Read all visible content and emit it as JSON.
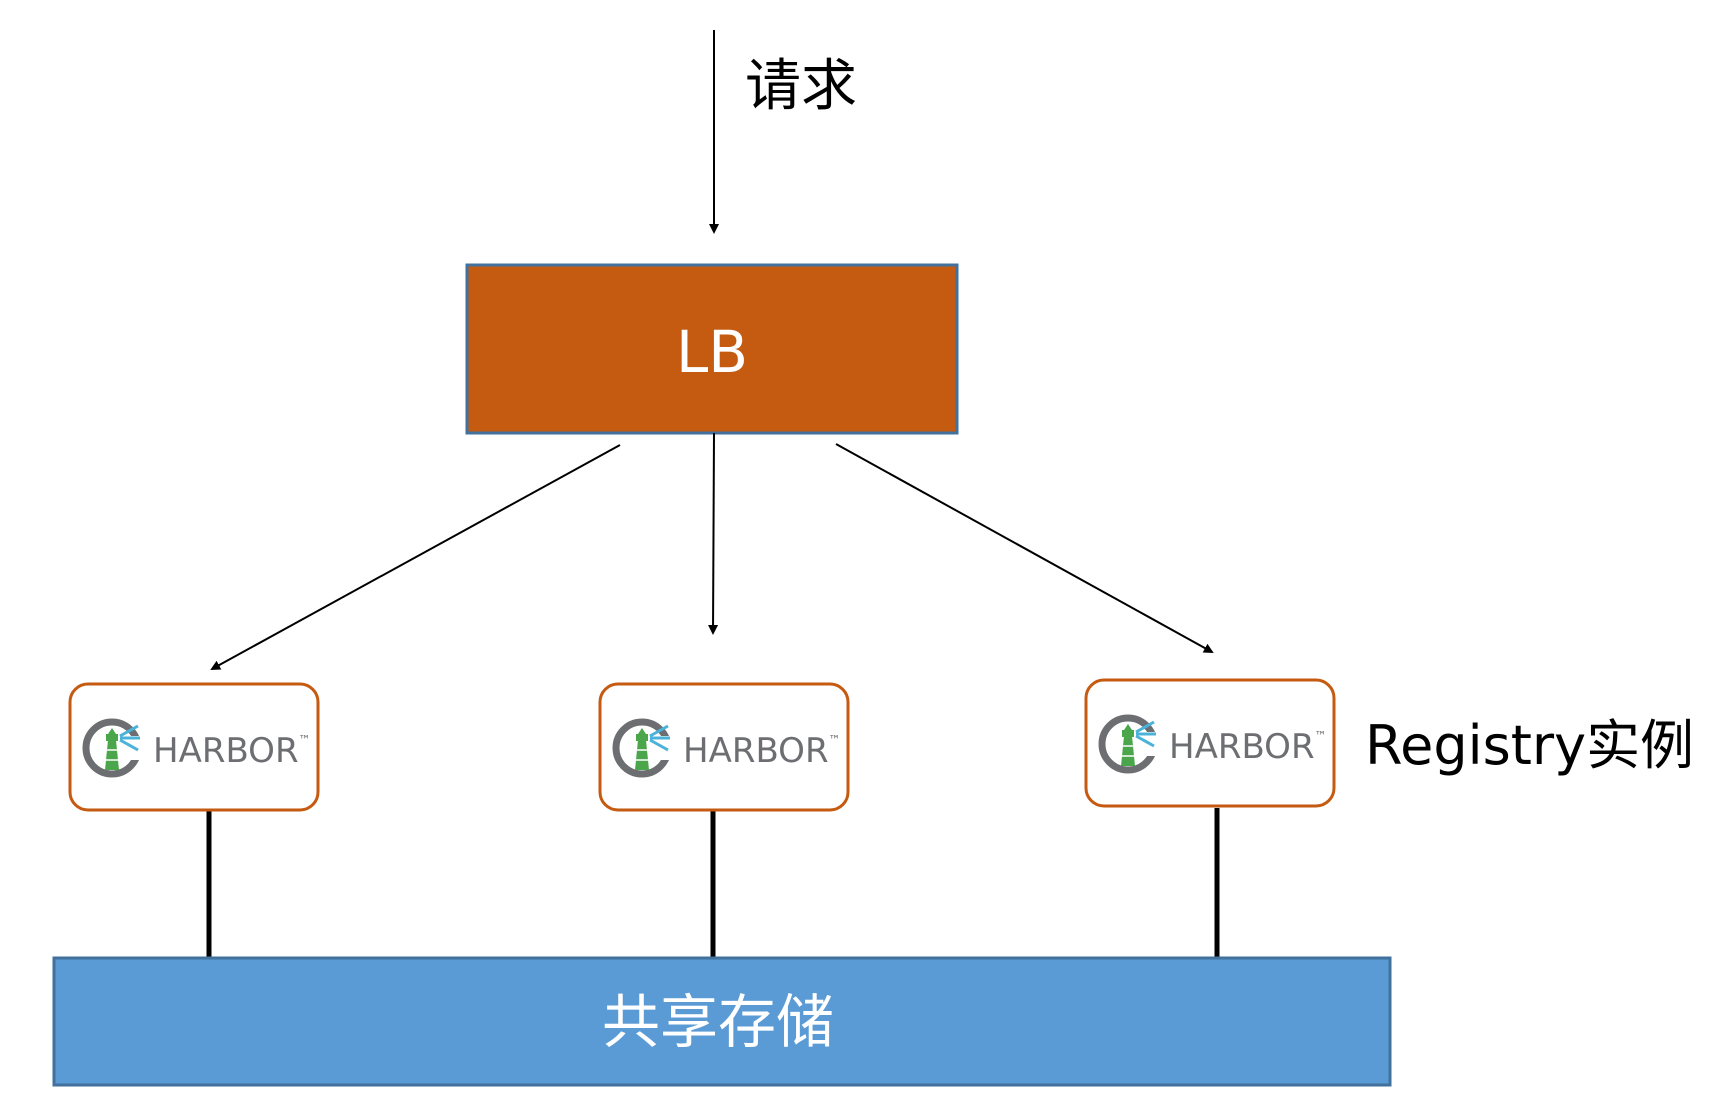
{
  "request_label": "请求",
  "lb": {
    "label": "LB",
    "fill": "#c55a11",
    "stroke": "#41719c",
    "text_color": "#ffffff"
  },
  "harbor_instances": [
    {
      "label": "HARBOR",
      "tm": "™"
    },
    {
      "label": "HARBOR",
      "tm": "™"
    },
    {
      "label": "HARBOR",
      "tm": "™"
    }
  ],
  "registry_label": "Registry实例",
  "storage": {
    "label": "共享存储",
    "fill": "#5b9bd5",
    "stroke": "#41719c",
    "text_color": "#ffffff"
  },
  "harbor_box": {
    "stroke": "#c55a11",
    "fill": "#ffffff"
  },
  "harbor_logo": {
    "ring_color": "#6d6e71",
    "tower_color": "#4aa54b",
    "beam_color": "#4bb3d9",
    "text_color": "#6d6e71"
  },
  "line_color": "#000000"
}
